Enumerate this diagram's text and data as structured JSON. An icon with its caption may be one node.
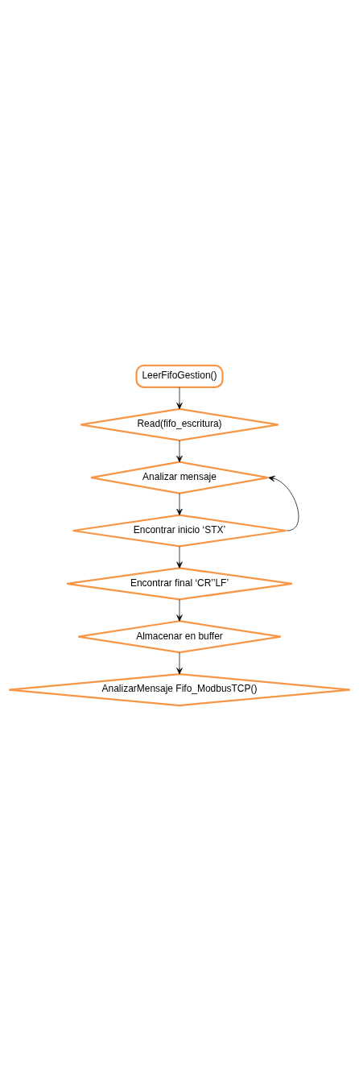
{
  "diagram": {
    "nodes": [
      {
        "text": [
          "LeerFifoGestion()"
        ]
      },
      {
        "text": [
          "Read(fifo_escritura)"
        ]
      },
      {
        "text": [
          "Analizar mensaje"
        ]
      },
      {
        "text": [
          "Encontrar inicio ‘STX’"
        ]
      },
      {
        "text": [
          "Encontrar final ‘CR’’LF’"
        ]
      },
      {
        "text": [
          "Almacenar en buffer"
        ]
      },
      {
        "text": [
          "AnalizarMensaje Fifo_ModbusTCP()"
        ]
      }
    ],
    "edges": [
      {
        "from": 0,
        "to": 1,
        "arrow": "to"
      },
      {
        "from": 1,
        "to": 2,
        "arrow": "to"
      },
      {
        "from": 2,
        "to": 3,
        "arrow": "to"
      },
      {
        "from": 3,
        "to": 4,
        "arrow": "to"
      },
      {
        "from": 4,
        "to": 5,
        "arrow": "to"
      },
      {
        "from": 5,
        "to": 6,
        "arrow": "to"
      },
      {
        "from": 3,
        "to": 2,
        "arrow": "to"
      }
    ]
  }
}
